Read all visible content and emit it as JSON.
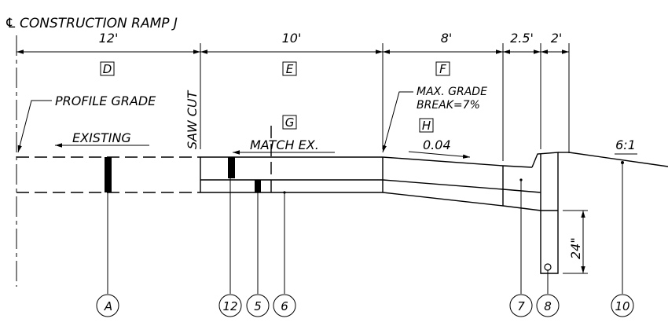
{
  "title": "CONSTRUCTION RAMP J",
  "centerline_symbol": "℄",
  "dimensions": [
    "12'",
    "10'",
    "8'",
    "2.5'",
    "2'",
    "24\""
  ],
  "section_labels": [
    "D",
    "E",
    "F",
    "G",
    "H"
  ],
  "notes": {
    "profile_grade": "PROFILE GRADE",
    "saw_cut": "SAW CUT",
    "existing": "EXISTING",
    "match_ex": "MATCH EX.",
    "max_grade_1": "MAX. GRADE",
    "max_grade_2": "BREAK=7%",
    "slope": "0.04",
    "side_slope": "6:1"
  },
  "callouts": [
    "A",
    "12",
    "5",
    "6",
    "7",
    "8",
    "10"
  ]
}
